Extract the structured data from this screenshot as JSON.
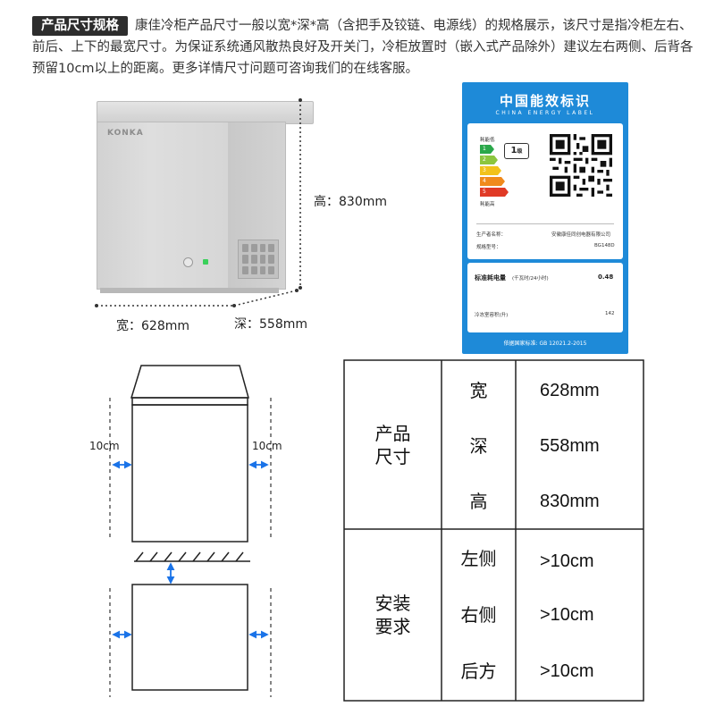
{
  "header": {
    "tag": "产品尺寸规格",
    "text": "康佳冷柜产品尺寸一般以宽*深*高（含把手及铰链、电源线）的规格展示，该尺寸是指冷柜左右、前后、上下的最宽尺寸。为保证系统通风散热良好及开关门，冷柜放置时（嵌入式产品除外）建议左右两侧、后背各预留10cm以上的距离。更多详情尺寸问题可咨询我们的在线客服。"
  },
  "product": {
    "brand": "KONKA",
    "height_label": "高：830mm",
    "width_label": "宽：628mm",
    "depth_label": "深：558mm"
  },
  "energy_label": {
    "title": "中国能效标识",
    "subtitle": "CHINA ENERGY LABEL",
    "low_label": "耗能低",
    "high_label": "耗能高",
    "grades": [
      "1",
      "2",
      "3",
      "4",
      "5"
    ],
    "grade": "1",
    "grade_suffix": "级",
    "manufacturer_label": "生产者名称：",
    "manufacturer": "安徽康佳同创电器有限公司",
    "model_label": "规格型号：",
    "model": "BG148D",
    "consumption_label": "标准耗电量",
    "consumption_unit": "(千瓦时/24小时)",
    "consumption_value": "0.48",
    "volume_label": "冷冻室容积(升)",
    "volume_value": "142",
    "standard": "依据国家标准: GB 12021.2-2015",
    "colors": [
      "#2aa84a",
      "#8cc63f",
      "#f2c21b",
      "#f08a1c",
      "#e03a26"
    ]
  },
  "install_diagram": {
    "left_gap": "10cm",
    "right_gap": "10cm"
  },
  "spec_table": {
    "group1_label": "产品\n尺寸",
    "size_rows": [
      {
        "name": "宽",
        "value": "628mm"
      },
      {
        "name": "深",
        "value": "558mm"
      },
      {
        "name": "高",
        "value": "830mm"
      }
    ],
    "group2_label": "安装\n要求",
    "install_rows": [
      {
        "name": "左侧",
        "value": ">10cm"
      },
      {
        "name": "右侧",
        "value": ">10cm"
      },
      {
        "name": "后方",
        "value": ">10cm"
      }
    ]
  },
  "accent_color": "#1e8ad8",
  "arrow_color": "#1a73e8"
}
